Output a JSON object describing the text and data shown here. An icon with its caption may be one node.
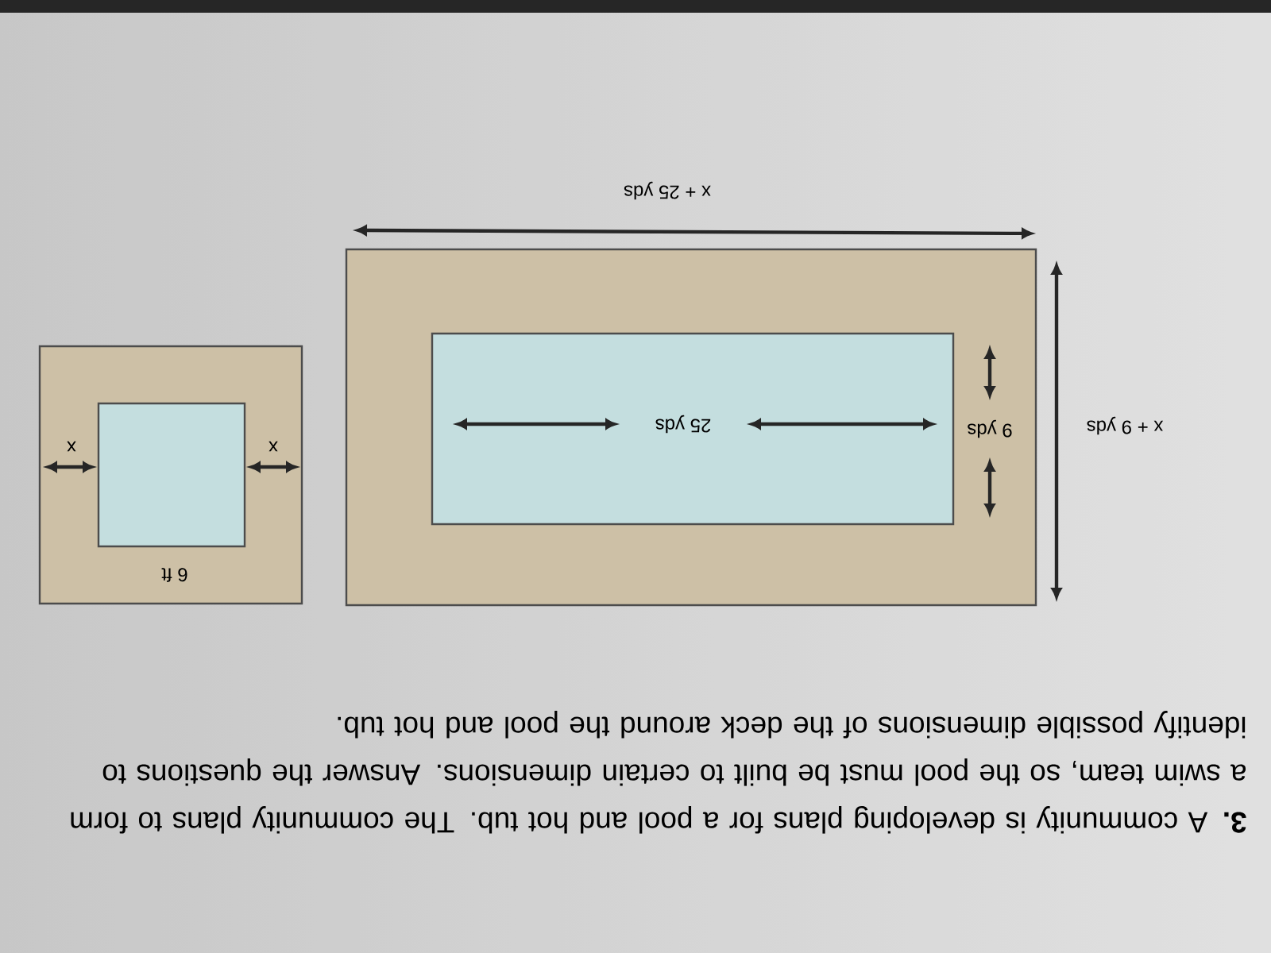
{
  "diagram": {
    "title": "**3.** A community is developing plans for a pool and hot tub. The community plans to form a swim team, so the pool must be built to certain dimensions. Answer the questions to identify possible dimensions of the deck around the pool and hot tub.",
    "nodes": [
      {
        "text": [],
        "shape": "box"
      },
      {
        "text": [],
        "shape": "box",
        "in": 0
      },
      {
        "text": [],
        "shape": "box"
      },
      {
        "text": [],
        "shape": "box",
        "in": 2
      }
    ],
    "labels": [
      "x + 25 yds",
      "x + 9 yds",
      "25 yds",
      "9 yds",
      "x",
      "x",
      "6 ft"
    ]
  }
}
